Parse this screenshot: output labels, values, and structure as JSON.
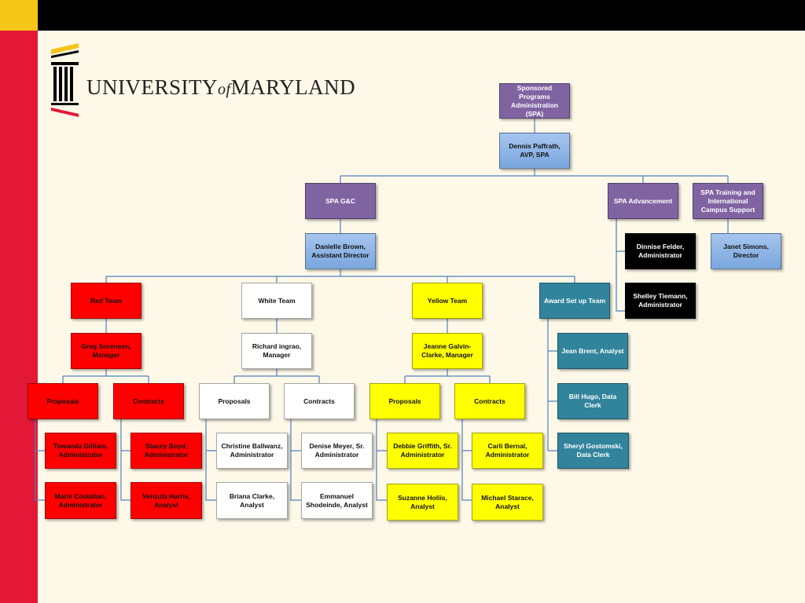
{
  "branding": {
    "logo_text_main": "UNIVERSITY",
    "logo_text_of": "of",
    "logo_text_state": "MARYLAND"
  },
  "colors": {
    "black_bar": "#000000",
    "gold_accent": "#f5c518",
    "red_bar": "#e31837",
    "background": "#fdf8e8",
    "purple": "#8064a2",
    "blue": "#8db3e2",
    "red_team": "#ff0000",
    "yellow_team": "#ffff00",
    "teal": "#31849b"
  },
  "org": {
    "spa": "Sponsored Programs Administration (SPA)",
    "avp": "Dennis Paffrath, AVP, SPA",
    "spa_gc": "SPA G&C",
    "spa_advancement": "SPA Advancement",
    "spa_training": "SPA Training and International Campus Support",
    "danielle": "Danielle Brown, Assistant Director",
    "dinnise": "Dinnise Felder, Administrator",
    "janet": "Janet Simons, Director",
    "shelley": "Shelley Tiemann, Administrator",
    "red_team": "Red Team",
    "white_team": "White Team",
    "yellow_team": "Yellow Team",
    "award_team": "Award Set up Team",
    "greg": "Greg Sorensen, Manager",
    "richard": "Richard ingrao, Manager",
    "jeanne": "Jeanne Galvin-Clarke, Manager",
    "jean_brent": "Jean Brent, Analyst",
    "red_proposals": "Proposals",
    "red_contracts": "Contracts",
    "white_proposals": "Proposals",
    "white_contracts": "Contracts",
    "yellow_proposals": "Proposals",
    "yellow_contracts": "Contracts",
    "bill": "Bill Hugo, Data Clerk",
    "towanda": "Towanda Gilliam, Administrator",
    "stacey": "Stacey Boyd, Administrator",
    "christine": "Christine Ballwanz, Administrator",
    "denise": "Denise Meyer, Sr. Administrator",
    "debbie": "Debbie Griffith, Sr. Administrator",
    "carli": "Carli Bernal, Administrator",
    "sheryl": "Sheryl Gostomski, Data Clerk",
    "marie": "Marie Coolahan, Administrator",
    "venzula": "Venzula Harris, Analyst",
    "briana": "Briana Clarke, Analyst",
    "emmanuel": "Emmanuel Shodeinde, Analyst",
    "suzanne": "Suzanne Holiis, Analyst",
    "michael": "Michael Starace, Analyst"
  }
}
